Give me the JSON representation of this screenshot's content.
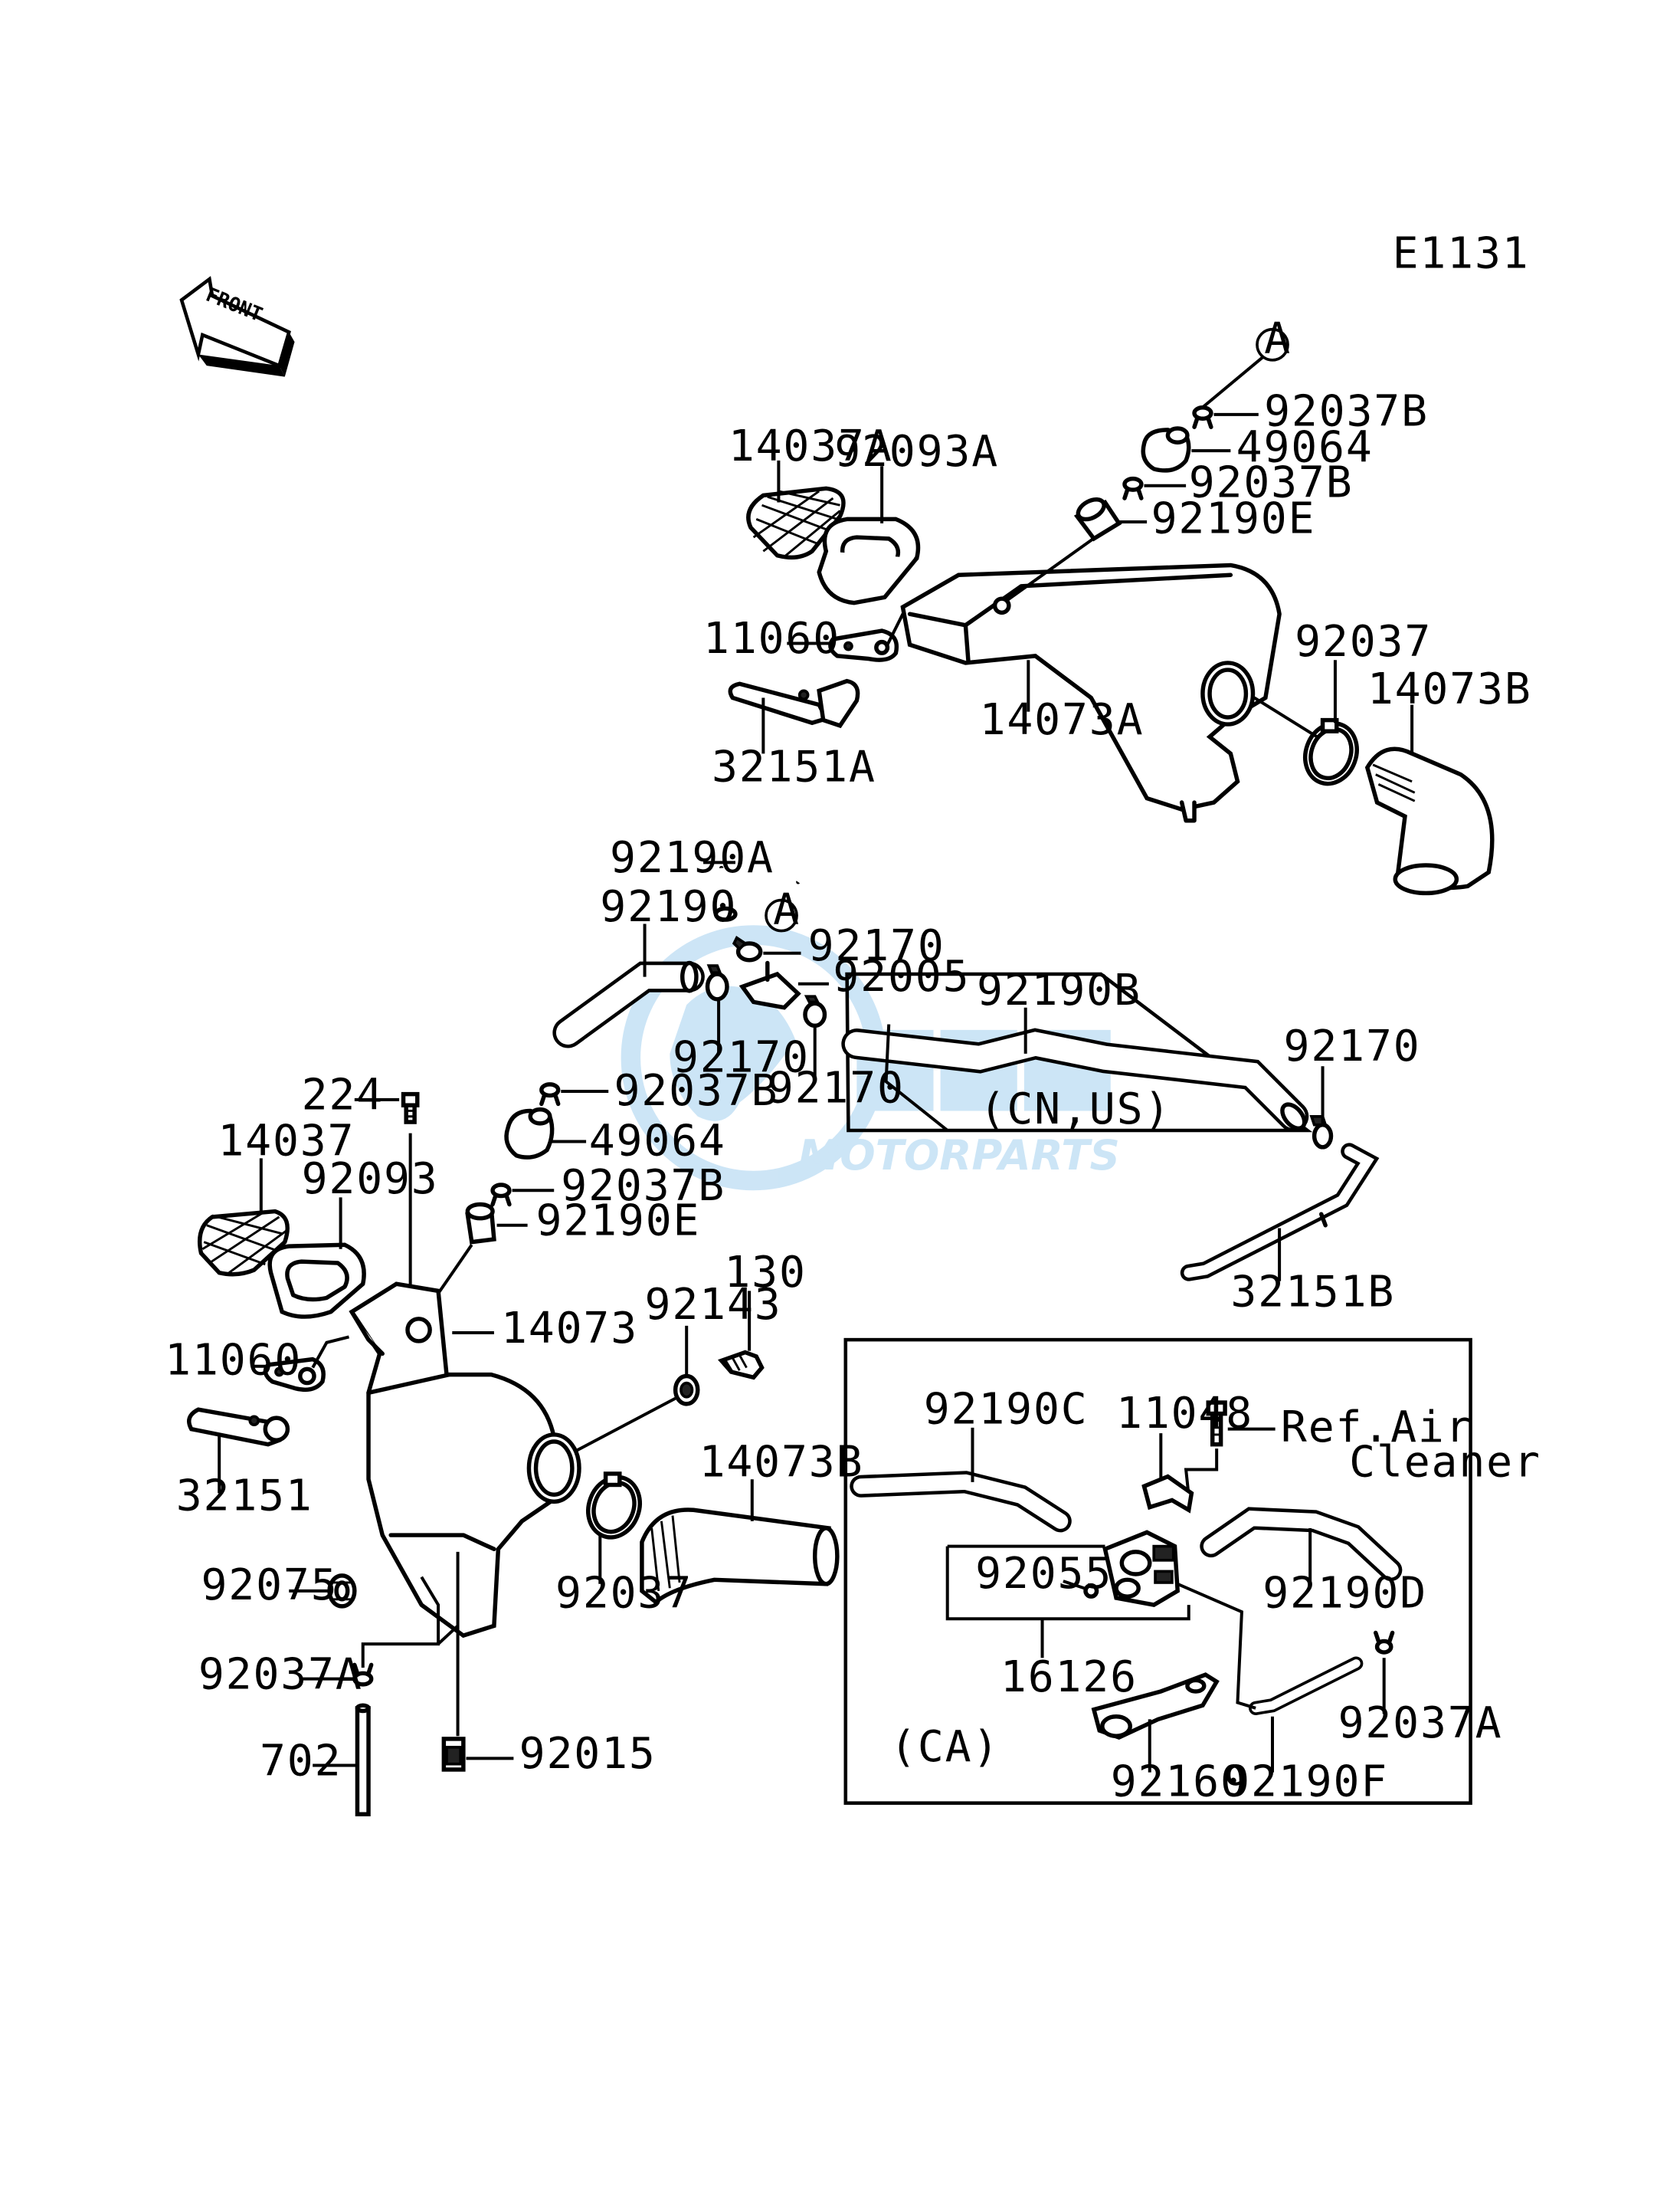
{
  "diagram_code": "E1131",
  "front_marker": "FRONT",
  "circle_ref": "A",
  "watermark": {
    "brand": "MOTORPARTS",
    "color": "#4aa3df"
  },
  "groups": {
    "cn_us": "(CN,US)",
    "ca": "(CA)"
  },
  "ref_note": {
    "line1": "Ref.Air",
    "line2": "Cleaner"
  },
  "labels": {
    "p14037A": "14037A",
    "p92093A": "92093A",
    "p11060_top": "11060",
    "p32151A": "32151A",
    "p14073A": "14073A",
    "p92037B_1": "92037B",
    "p49064_1": "49064",
    "p92037B_2": "92037B",
    "p92190E_1": "92190E",
    "p92037_top": "92037",
    "p14073B_top": "14073B",
    "p92190A": "92190A",
    "p92190": "92190",
    "p92170_1": "92170",
    "p92005": "92005",
    "p92170_2": "92170",
    "p92170_3": "92170",
    "p92190B": "92190B",
    "p92170_4": "92170",
    "p32151B": "32151B",
    "p224": "224",
    "p92037B_3": "92037B",
    "p49064_2": "49064",
    "p14037": "14037",
    "p92093": "92093",
    "p92037B_4": "92037B",
    "p92190E_2": "92190E",
    "p14073": "14073",
    "p11060_bot": "11060",
    "p32151": "32151",
    "p92143": "92143",
    "p130": "130",
    "p14073B_bot": "14073B",
    "p92037_bot": "92037",
    "p92075": "92075",
    "p92037A_1": "92037A",
    "p702": "702",
    "p92015": "92015",
    "p92190C": "92190C",
    "p11048": "11048",
    "p92055": "92055",
    "p92190D": "92190D",
    "p16126": "16126",
    "p92037A_2": "92037A",
    "p92160": "92160",
    "p92190F": "92190F"
  }
}
